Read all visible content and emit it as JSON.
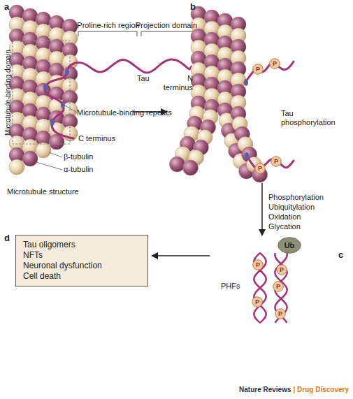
{
  "diagram": {
    "nodes": [
      {
        "text": [
          "P"
        ]
      },
      {
        "text": [
          "P"
        ]
      },
      {
        "text": [
          "P"
        ]
      },
      {
        "text": [
          "P"
        ]
      },
      {
        "text": [
          "Tau oligomers",
          "NFTs",
          "Neuronal dysfunction",
          "Cell death"
        ]
      },
      {
        "text": [
          "Ub"
        ]
      },
      {
        "text": [
          "P"
        ]
      },
      {
        "text": [
          "P"
        ]
      },
      {
        "text": [
          "P"
        ]
      },
      {
        "text": [
          "P"
        ]
      },
      {
        "text": [
          "P"
        ]
      }
    ],
    "labels": [
      "a",
      "Proline-rich region",
      "Projection domain",
      "Microtubule-binding domain",
      "Tau",
      "N terminus",
      "Microtubule-binding repeats",
      "C terminus",
      "β-tubulin",
      "α-tubulin",
      "Microtubule structure",
      "b",
      "Tau phosphorylation",
      "Phosphorylation",
      "Ubiquitylation",
      "Oxidation",
      "Glycation",
      "c",
      "PHFs",
      "d",
      "Nature Reviews",
      "| Drug Discovery"
    ]
  }
}
